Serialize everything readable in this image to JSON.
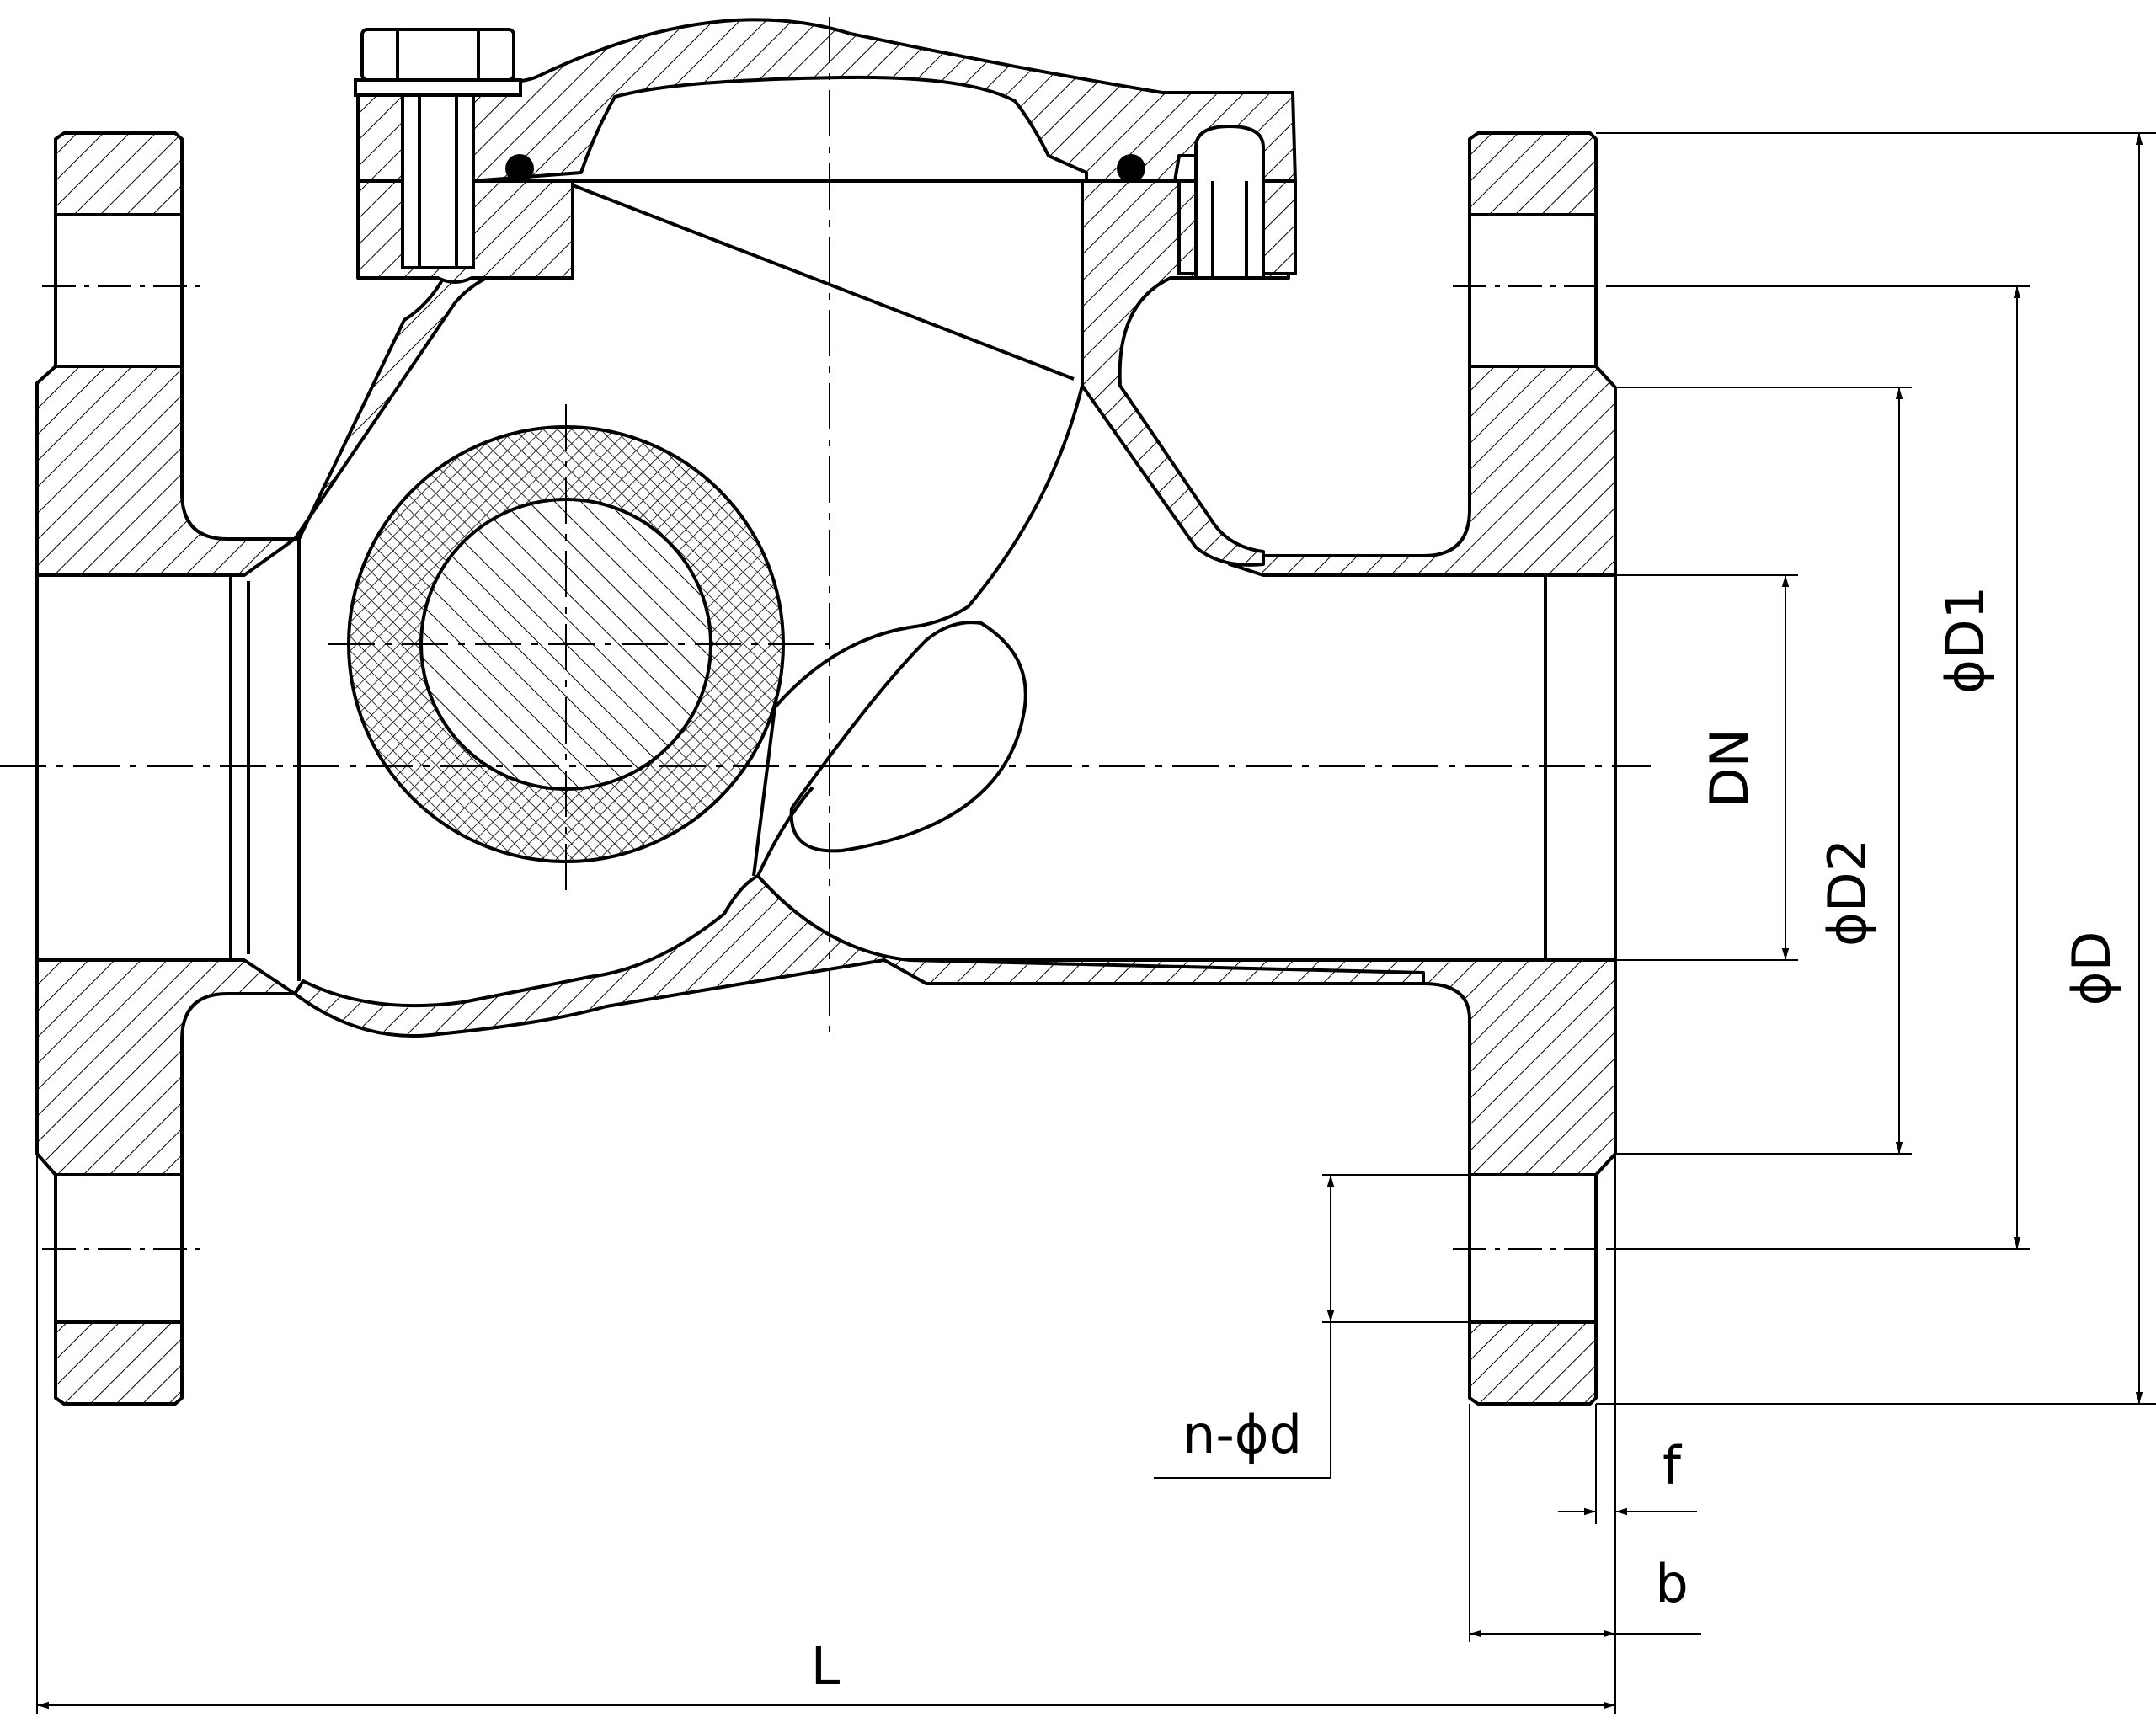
{
  "drawing": {
    "kind": "swing check valve cross-section",
    "line_color": "#000000",
    "background_color": "#ffffff"
  },
  "labels": {
    "dn": "DN",
    "d2": "ϕD2",
    "d1": "ϕD1",
    "d": "ϕD",
    "bolt_holes": "n-ϕd",
    "f": "f",
    "b": "b",
    "length": "L"
  }
}
